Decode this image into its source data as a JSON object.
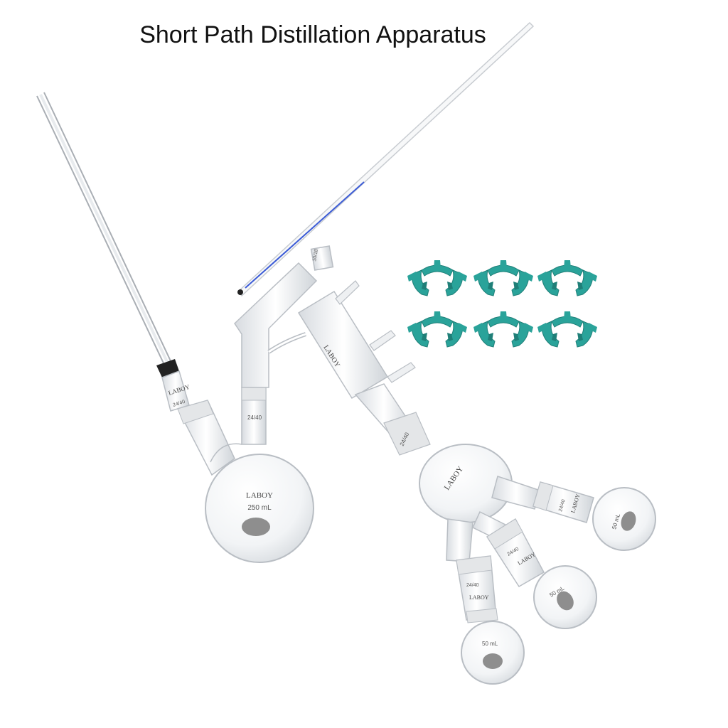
{
  "title": "Short Path Distillation Apparatus",
  "brand": "LABOY",
  "joint_24_40": "24/40",
  "joint_10_18": "10/18",
  "flask_large_volume": "250 mL",
  "flask_small_volume": "50 mL",
  "clip_count": 6,
  "colors": {
    "glass_stroke": "#b9bec4",
    "glass_fill": "#f3f5f7",
    "frosted": "#e4e6e8",
    "clip": "#2aa39a",
    "clip_dark": "#1f7f78",
    "thermometer_blue": "#3b5bd6",
    "label_oval": "#8e8e8e"
  }
}
